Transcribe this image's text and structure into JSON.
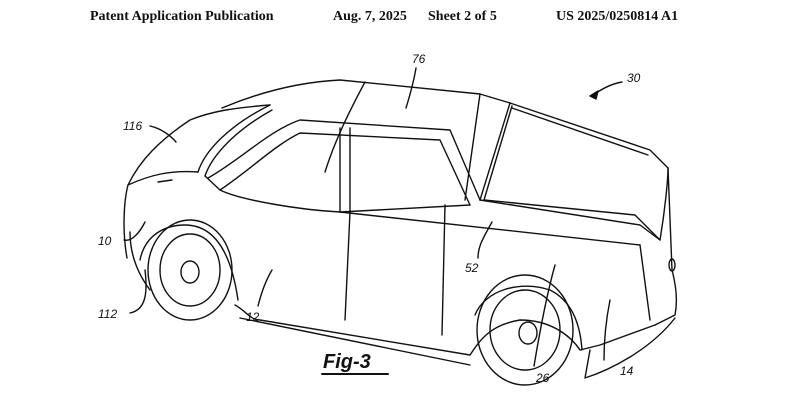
{
  "header": {
    "publication": "Patent Application Publication",
    "date": "Aug. 7, 2025",
    "sheet": "Sheet 2 of 5",
    "number": "US 2025/0250814 A1"
  },
  "figure": {
    "title": "Fig-3",
    "labels": [
      "76",
      "30",
      "116",
      "10",
      "112",
      "12",
      "52",
      "26",
      "14"
    ]
  }
}
